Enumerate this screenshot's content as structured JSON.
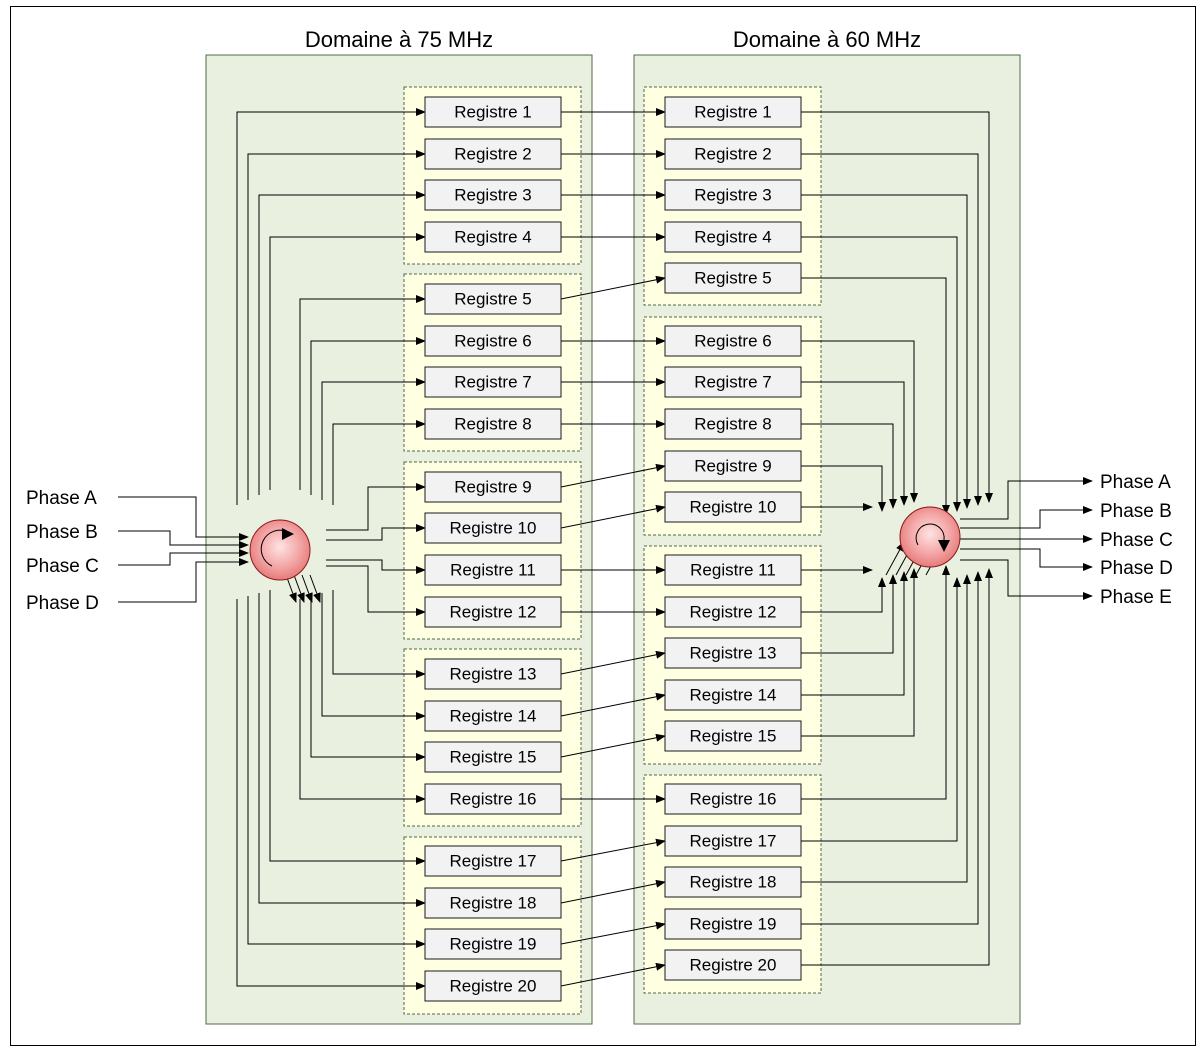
{
  "domains": {
    "left": {
      "title": "Domaine à 75 MHz"
    },
    "right": {
      "title": "Domaine à 60 MHz"
    }
  },
  "left_registers": [
    "Registre 1",
    "Registre 2",
    "Registre 3",
    "Registre 4",
    "Registre 5",
    "Registre 6",
    "Registre 7",
    "Registre 8",
    "Registre 9",
    "Registre 10",
    "Registre 11",
    "Registre 12",
    "Registre 13",
    "Registre 14",
    "Registre 15",
    "Registre 16",
    "Registre 17",
    "Registre 18",
    "Registre 19",
    "Registre 20"
  ],
  "right_registers": [
    "Registre 1",
    "Registre 2",
    "Registre 3",
    "Registre 4",
    "Registre 5",
    "Registre 6",
    "Registre 7",
    "Registre 8",
    "Registre 9",
    "Registre 10",
    "Registre 11",
    "Registre 12",
    "Registre 13",
    "Registre 14",
    "Registre 15",
    "Registre 16",
    "Registre 17",
    "Registre 18",
    "Registre 19",
    "Registre 20"
  ],
  "input_phases": [
    "Phase A",
    "Phase B",
    "Phase C",
    "Phase D"
  ],
  "output_phases": [
    "Phase A",
    "Phase B",
    "Phase C",
    "Phase D",
    "Phase E"
  ],
  "colors": {
    "domain_fill": "#eaf0df",
    "domain_border": "#4f6b46",
    "group_fill": "#ffffe1",
    "register_fill": "#f2f2f2",
    "selector_fill": "#f4a6a6",
    "selector_border": "#8b1a1a"
  },
  "icons": {
    "selector": "rotation-arrow-icon"
  }
}
